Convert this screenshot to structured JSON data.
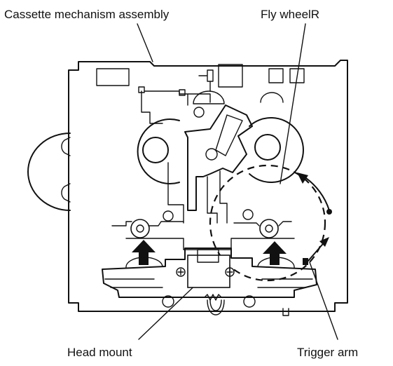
{
  "labels": {
    "cassette_mechanism": "Cassette mechanism assembly",
    "fly_wheel": "Fly wheelR",
    "head_mount": "Head mount",
    "trigger_arm": "Trigger arm"
  },
  "colors": {
    "ink": "#111111",
    "background": "#ffffff"
  }
}
